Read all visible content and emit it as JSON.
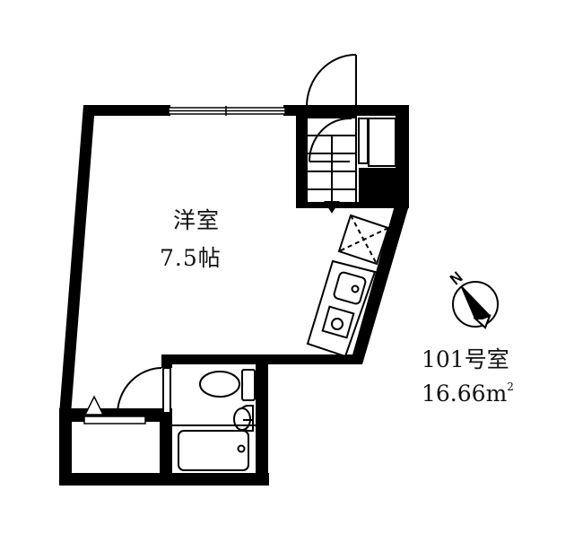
{
  "floor_plan": {
    "main_room": {
      "name": "洋室",
      "size": "7.5帖"
    },
    "unit": {
      "number": "101号室",
      "area_value": "16.66",
      "area_unit": "m",
      "area_unit_sup": "2"
    },
    "compass": {
      "north_label": "N"
    },
    "colors": {
      "wall": "#000000",
      "background": "#ffffff"
    }
  }
}
